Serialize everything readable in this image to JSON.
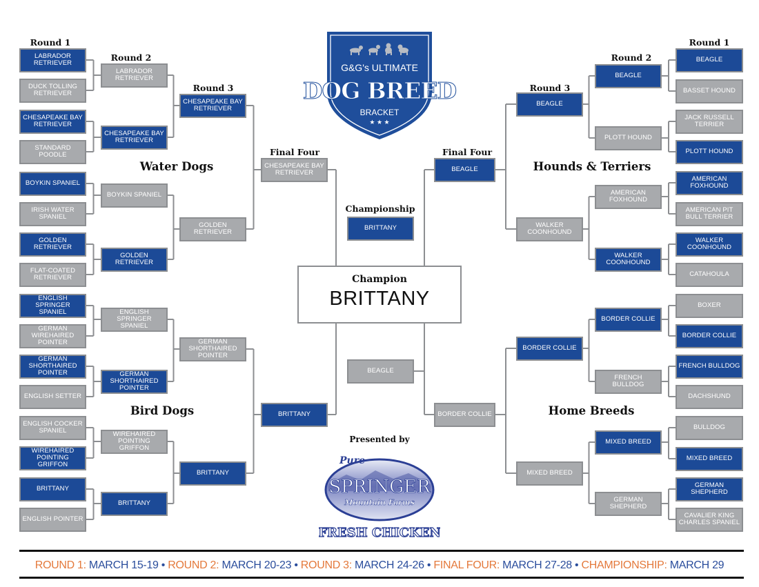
{
  "logo": {
    "line1": "G&G's ULTIMATE",
    "line2": "DOG BREED",
    "line3": "BRACKET",
    "stars": "★ ★ ★"
  },
  "round_labels": {
    "round1": "Round 1",
    "round2": "Round 2",
    "round3": "Round 3",
    "final_four": "Final Four",
    "championship": "Championship"
  },
  "regions": {
    "water_dogs": "Water Dogs",
    "bird_dogs": "Bird Dogs",
    "hounds_terriers": "Hounds & Terriers",
    "home_breeds": "Home Breeds"
  },
  "colors": {
    "winner": "#1c4a97",
    "eliminated": "#a8aaad",
    "footer_orange": "#e4793b",
    "footer_blue": "#2a4d9c"
  },
  "bracket": {
    "left": {
      "round1": [
        {
          "name": "LABRADOR RETRIEVER",
          "winner": true
        },
        {
          "name": "DUCK TOLLING RETRIEVER",
          "winner": false
        },
        {
          "name": "CHESAPEAKE BAY RETRIEVER",
          "winner": true
        },
        {
          "name": "STANDARD POODLE",
          "winner": false
        },
        {
          "name": "BOYKIN SPANIEL",
          "winner": true
        },
        {
          "name": "IRISH WATER SPANIEL",
          "winner": false
        },
        {
          "name": "GOLDEN RETRIEVER",
          "winner": true
        },
        {
          "name": "FLAT-COATED RETRIEVER",
          "winner": false
        },
        {
          "name": "ENGLISH SPRINGER SPANIEL",
          "winner": true
        },
        {
          "name": "GERMAN WIREHAIRED POINTER",
          "winner": false
        },
        {
          "name": "GERMAN SHORTHAIRED POINTER",
          "winner": true
        },
        {
          "name": "ENGLISH SETTER",
          "winner": false
        },
        {
          "name": "ENGLISH COCKER SPANIEL",
          "winner": false
        },
        {
          "name": "WIREHAIRED POINTING GRIFFON",
          "winner": true
        },
        {
          "name": "BRITTANY",
          "winner": true
        },
        {
          "name": "ENGLISH POINTER",
          "winner": false
        }
      ],
      "round2": [
        {
          "name": "LABRADOR RETRIEVER",
          "winner": false
        },
        {
          "name": "CHESAPEAKE BAY RETRIEVER",
          "winner": true
        },
        {
          "name": "BOYKIN SPANIEL",
          "winner": false
        },
        {
          "name": "GOLDEN RETRIEVER",
          "winner": true
        },
        {
          "name": "ENGLISH SPRINGER SPANIEL",
          "winner": false
        },
        {
          "name": "GERMAN SHORTHAIRED POINTER",
          "winner": true
        },
        {
          "name": "WIREHAIRED POINTING GRIFFON",
          "winner": false
        },
        {
          "name": "BRITTANY",
          "winner": true
        }
      ],
      "round3": [
        {
          "name": "CHESAPEAKE BAY RETRIEVER",
          "winner": true
        },
        {
          "name": "GOLDEN RETRIEVER",
          "winner": false
        },
        {
          "name": "GERMAN SHORTHAIRED POINTER",
          "winner": false
        },
        {
          "name": "BRITTANY",
          "winner": true
        }
      ],
      "final_four": [
        {
          "name": "CHESAPEAKE BAY RETRIEVER",
          "winner": false
        },
        {
          "name": "BRITTANY",
          "winner": true
        }
      ]
    },
    "right": {
      "round1": [
        {
          "name": "BEAGLE",
          "winner": true
        },
        {
          "name": "BASSET HOUND",
          "winner": false
        },
        {
          "name": "JACK RUSSELL TERRIER",
          "winner": false
        },
        {
          "name": "PLOTT HOUND",
          "winner": true
        },
        {
          "name": "AMERICAN FOXHOUND",
          "winner": true
        },
        {
          "name": "AMERICAN PIT BULL TERRIER",
          "winner": false
        },
        {
          "name": "WALKER COONHOUND",
          "winner": true
        },
        {
          "name": "CATAHOULA",
          "winner": false
        },
        {
          "name": "BOXER",
          "winner": false
        },
        {
          "name": "BORDER COLLIE",
          "winner": true
        },
        {
          "name": "FRENCH BULLDOG",
          "winner": true
        },
        {
          "name": "DACHSHUND",
          "winner": false
        },
        {
          "name": "BULLDOG",
          "winner": false
        },
        {
          "name": "MIXED BREED",
          "winner": true
        },
        {
          "name": "GERMAN SHEPHERD",
          "winner": true
        },
        {
          "name": "CAVALIER KING CHARLES SPANIEL",
          "winner": false
        }
      ],
      "round2": [
        {
          "name": "BEAGLE",
          "winner": true
        },
        {
          "name": "PLOTT HOUND",
          "winner": false
        },
        {
          "name": "AMERICAN FOXHOUND",
          "winner": false
        },
        {
          "name": "WALKER COONHOUND",
          "winner": true
        },
        {
          "name": "BORDER COLLIE",
          "winner": true
        },
        {
          "name": "FRENCH BULLDOG",
          "winner": false
        },
        {
          "name": "MIXED BREED",
          "winner": true
        },
        {
          "name": "GERMAN SHEPHERD",
          "winner": false
        }
      ],
      "round3": [
        {
          "name": "BEAGLE",
          "winner": true
        },
        {
          "name": "WALKER COONHOUND",
          "winner": false
        },
        {
          "name": "BORDER COLLIE",
          "winner": true
        },
        {
          "name": "MIXED BREED",
          "winner": false
        }
      ],
      "final_four": [
        {
          "name": "BEAGLE",
          "winner": true
        },
        {
          "name": "BORDER COLLIE",
          "winner": false
        }
      ]
    },
    "championship": [
      {
        "name": "BRITTANY",
        "winner": true
      },
      {
        "name": "BEAGLE",
        "winner": false
      }
    ]
  },
  "champion": {
    "label": "Champion",
    "name": "BRITTANY"
  },
  "sponsor": {
    "presented_by": "Presented by",
    "logo_lines": [
      "Pure",
      "SPRINGER",
      "Mountain Farms",
      "FRESH CHICKEN"
    ]
  },
  "footer": [
    {
      "text": "ROUND 1:",
      "tone": "orange"
    },
    {
      "text": " MARCH 15-19 • ",
      "tone": "blue"
    },
    {
      "text": "ROUND 2:",
      "tone": "orange"
    },
    {
      "text": " MARCH 20-23 • ",
      "tone": "blue"
    },
    {
      "text": "ROUND 3:",
      "tone": "orange"
    },
    {
      "text": " MARCH 24-26 • ",
      "tone": "blue"
    },
    {
      "text": "FINAL FOUR:",
      "tone": "orange"
    },
    {
      "text": " MARCH 27-28 • ",
      "tone": "blue"
    },
    {
      "text": "CHAMPIONSHIP:",
      "tone": "orange"
    },
    {
      "text": " MARCH 29",
      "tone": "blue"
    }
  ]
}
